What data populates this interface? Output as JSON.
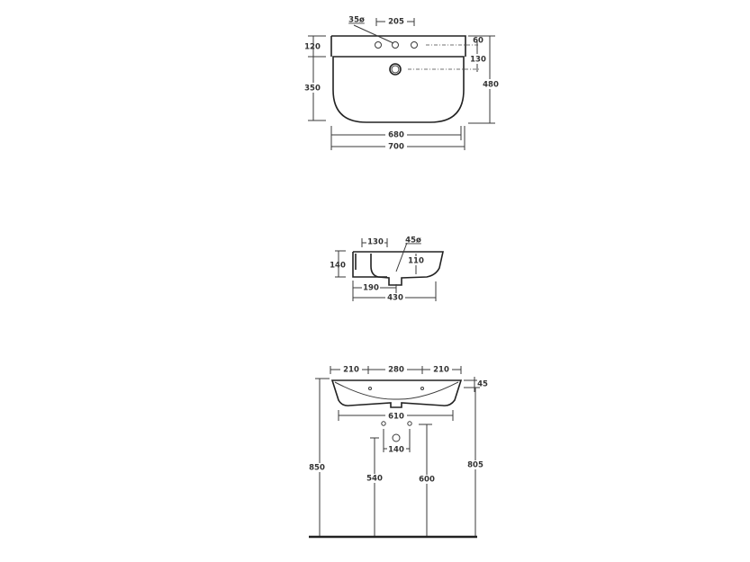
{
  "top_view": {
    "hole_diameter": "35ø",
    "tap_spacing": "205",
    "rim_depth": "120",
    "basin_depth": "350",
    "tap_offset": "60",
    "drain_offset": "130",
    "total_depth": "480",
    "inner_width": "680",
    "total_width": "700"
  },
  "side_view": {
    "height": "140",
    "tap_offset": "130",
    "drain_diameter": "45ø",
    "bowl_depth": "110",
    "drain_position": "190",
    "depth": "430"
  },
  "front_view": {
    "left": "210",
    "center": "280",
    "right": "210",
    "rim_height": "45",
    "bracket_width": "610",
    "fixing_spacing": "140",
    "top_height": "850",
    "drain_height": "540",
    "fixing_height": "600",
    "rim_bottom_height": "805"
  }
}
